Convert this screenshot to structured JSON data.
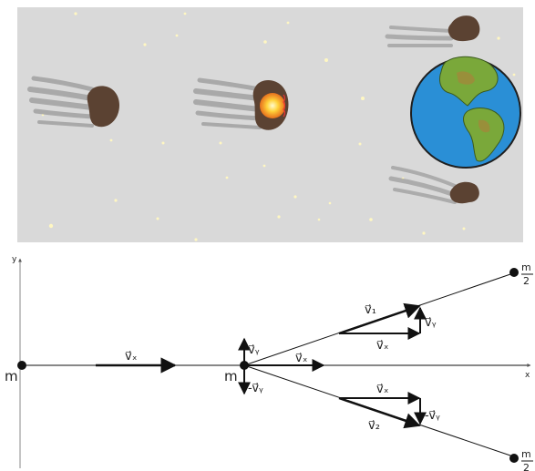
{
  "scene": {
    "background": "#d9d9d9",
    "star_color": "#fff7c2",
    "rock_color": "#5b4232",
    "streak_color": "#9a9a9a",
    "explosion_colors": [
      "#ffd23a",
      "#ff7a1a"
    ],
    "planet_ocean": "#2a8fd6",
    "planet_land": "#7aa83a"
  },
  "diagram": {
    "axis_y": "y",
    "axis_x": "x",
    "mass_left": "m",
    "mass_center": "m",
    "half_num_top": "m",
    "half_den_top": "2",
    "half_num_bot": "m",
    "half_den_bot": "2",
    "v_x_incoming": "v⃗ₓ",
    "v_x_center": "v⃗ₓ",
    "v_y_up": "v⃗ᵧ",
    "v_y_down": "-v⃗ᵧ",
    "v_1": "v⃗₁",
    "v_x_top": "v⃗ₓ",
    "v_y_top": "v⃗ᵧ",
    "v_x_bottom": "v⃗ₓ",
    "v_2": "v⃗₂",
    "v_y_bottom": "-v⃗ᵧ"
  }
}
